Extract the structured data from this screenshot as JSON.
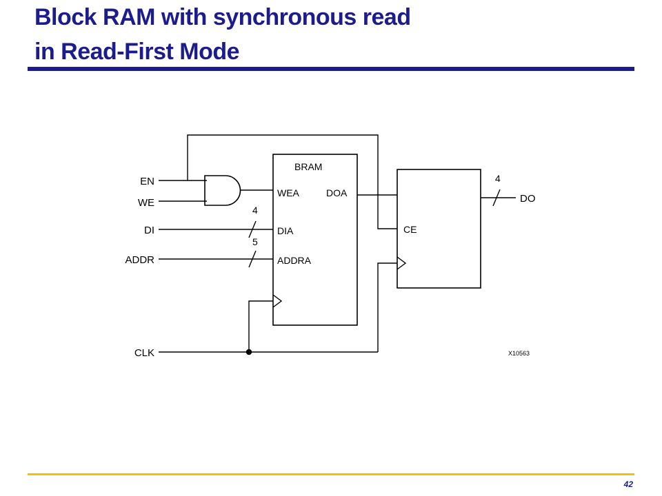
{
  "slide": {
    "title_line1": "Block RAM with synchronous read",
    "title_line2": "in Read-First Mode",
    "page_number": "42"
  },
  "diagram": {
    "inputs": {
      "en": "EN",
      "we": "WE",
      "di": "DI",
      "addr": "ADDR",
      "clk": "CLK"
    },
    "bram": {
      "title": "BRAM",
      "port_wea": "WEA",
      "port_doa": "DOA",
      "port_dia": "DIA",
      "port_addra": "ADDRA"
    },
    "register": {
      "port_ce": "CE"
    },
    "output": {
      "do": "DO"
    },
    "bus_widths": {
      "di": "4",
      "addr": "5",
      "do": "4"
    },
    "figure_id": "X10563"
  }
}
